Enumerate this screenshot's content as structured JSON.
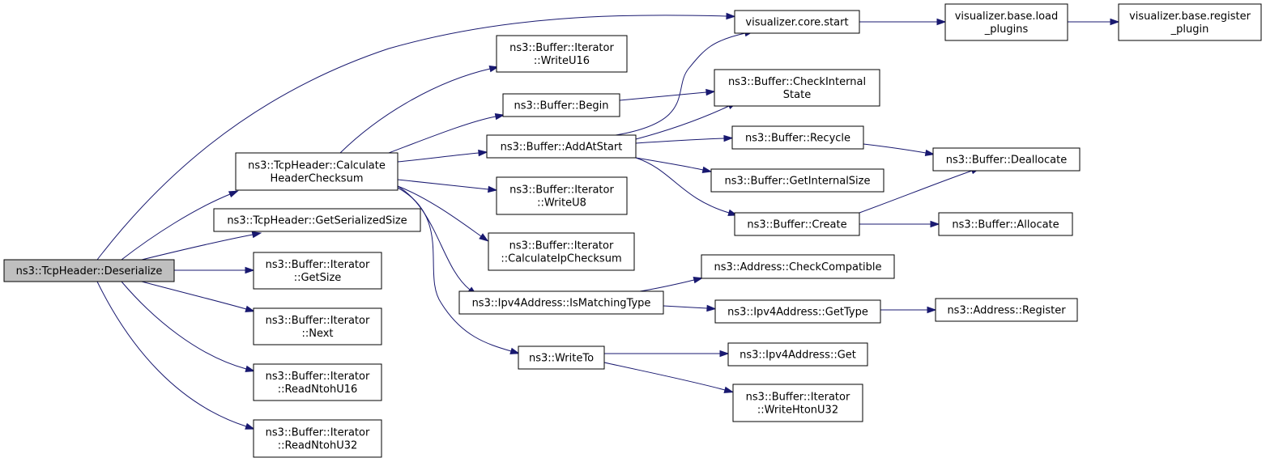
{
  "diagram": {
    "type": "call-graph",
    "colors": {
      "edge": "#191970",
      "root_fill": "#bfbfbf",
      "node_fill": "#ffffff",
      "node_border": "#000000"
    },
    "nodes": [
      {
        "id": "deserialize",
        "lines": [
          "ns3::TcpHeader::Deserialize"
        ],
        "root": true
      },
      {
        "id": "vis_core_start",
        "lines": [
          "visualizer.core.start"
        ]
      },
      {
        "id": "vis_base_load",
        "lines": [
          "visualizer.base.load",
          "_plugins"
        ]
      },
      {
        "id": "vis_base_register",
        "lines": [
          "visualizer.base.register",
          "_plugin"
        ]
      },
      {
        "id": "calc_hdr_checksum",
        "lines": [
          "ns3::TcpHeader::Calculate",
          "HeaderChecksum"
        ]
      },
      {
        "id": "get_serialized_size",
        "lines": [
          "ns3::TcpHeader::GetSerializedSize"
        ]
      },
      {
        "id": "iter_getsize",
        "lines": [
          "ns3::Buffer::Iterator",
          "::GetSize"
        ]
      },
      {
        "id": "iter_next",
        "lines": [
          "ns3::Buffer::Iterator",
          "::Next"
        ]
      },
      {
        "id": "iter_readntohu16",
        "lines": [
          "ns3::Buffer::Iterator",
          "::ReadNtohU16"
        ]
      },
      {
        "id": "iter_readntohu32",
        "lines": [
          "ns3::Buffer::Iterator",
          "::ReadNtohU32"
        ]
      },
      {
        "id": "iter_writeu16",
        "lines": [
          "ns3::Buffer::Iterator",
          "::WriteU16"
        ]
      },
      {
        "id": "buffer_begin",
        "lines": [
          "ns3::Buffer::Begin"
        ]
      },
      {
        "id": "buffer_addatstart",
        "lines": [
          "ns3::Buffer::AddAtStart"
        ]
      },
      {
        "id": "iter_writeu8",
        "lines": [
          "ns3::Buffer::Iterator",
          "::WriteU8"
        ]
      },
      {
        "id": "iter_calcipchecksum",
        "lines": [
          "ns3::Buffer::Iterator",
          "::CalculateIpChecksum"
        ]
      },
      {
        "id": "ipv4_ismatchingtype",
        "lines": [
          "ns3::Ipv4Address::IsMatchingType"
        ]
      },
      {
        "id": "writeto",
        "lines": [
          "ns3::WriteTo"
        ]
      },
      {
        "id": "buffer_checkinternalstate",
        "lines": [
          "ns3::Buffer::CheckInternal",
          "State"
        ]
      },
      {
        "id": "buffer_recycle",
        "lines": [
          "ns3::Buffer::Recycle"
        ]
      },
      {
        "id": "buffer_getinternalsize",
        "lines": [
          "ns3::Buffer::GetInternalSize"
        ]
      },
      {
        "id": "buffer_create",
        "lines": [
          "ns3::Buffer::Create"
        ]
      },
      {
        "id": "address_checkcompatible",
        "lines": [
          "ns3::Address::CheckCompatible"
        ]
      },
      {
        "id": "ipv4_gettype",
        "lines": [
          "ns3::Ipv4Address::GetType"
        ]
      },
      {
        "id": "ipv4_get",
        "lines": [
          "ns3::Ipv4Address::Get"
        ]
      },
      {
        "id": "iter_writehtonu32",
        "lines": [
          "ns3::Buffer::Iterator",
          "::WriteHtonU32"
        ]
      },
      {
        "id": "buffer_deallocate",
        "lines": [
          "ns3::Buffer::Deallocate"
        ]
      },
      {
        "id": "buffer_allocate",
        "lines": [
          "ns3::Buffer::Allocate"
        ]
      },
      {
        "id": "address_register",
        "lines": [
          "ns3::Address::Register"
        ]
      }
    ],
    "edges": [
      {
        "from": "deserialize",
        "to": "vis_core_start"
      },
      {
        "from": "deserialize",
        "to": "calc_hdr_checksum"
      },
      {
        "from": "deserialize",
        "to": "get_serialized_size"
      },
      {
        "from": "deserialize",
        "to": "iter_getsize"
      },
      {
        "from": "deserialize",
        "to": "iter_next"
      },
      {
        "from": "deserialize",
        "to": "iter_readntohu16"
      },
      {
        "from": "deserialize",
        "to": "iter_readntohu32"
      },
      {
        "from": "vis_core_start",
        "to": "vis_base_load"
      },
      {
        "from": "vis_base_load",
        "to": "vis_base_register"
      },
      {
        "from": "calc_hdr_checksum",
        "to": "iter_writeu16"
      },
      {
        "from": "calc_hdr_checksum",
        "to": "buffer_begin"
      },
      {
        "from": "calc_hdr_checksum",
        "to": "buffer_addatstart"
      },
      {
        "from": "calc_hdr_checksum",
        "to": "iter_writeu8"
      },
      {
        "from": "calc_hdr_checksum",
        "to": "iter_calcipchecksum"
      },
      {
        "from": "calc_hdr_checksum",
        "to": "ipv4_ismatchingtype"
      },
      {
        "from": "calc_hdr_checksum",
        "to": "writeto"
      },
      {
        "from": "buffer_begin",
        "to": "buffer_checkinternalstate"
      },
      {
        "from": "buffer_addatstart",
        "to": "vis_core_start"
      },
      {
        "from": "buffer_addatstart",
        "to": "buffer_checkinternalstate"
      },
      {
        "from": "buffer_addatstart",
        "to": "buffer_recycle"
      },
      {
        "from": "buffer_addatstart",
        "to": "buffer_getinternalsize"
      },
      {
        "from": "buffer_addatstart",
        "to": "buffer_create"
      },
      {
        "from": "buffer_recycle",
        "to": "buffer_deallocate"
      },
      {
        "from": "buffer_create",
        "to": "buffer_deallocate"
      },
      {
        "from": "buffer_create",
        "to": "buffer_allocate"
      },
      {
        "from": "ipv4_ismatchingtype",
        "to": "address_checkcompatible"
      },
      {
        "from": "ipv4_ismatchingtype",
        "to": "ipv4_gettype"
      },
      {
        "from": "ipv4_gettype",
        "to": "address_register"
      },
      {
        "from": "writeto",
        "to": "ipv4_get"
      },
      {
        "from": "writeto",
        "to": "iter_writehtonu32"
      }
    ]
  }
}
